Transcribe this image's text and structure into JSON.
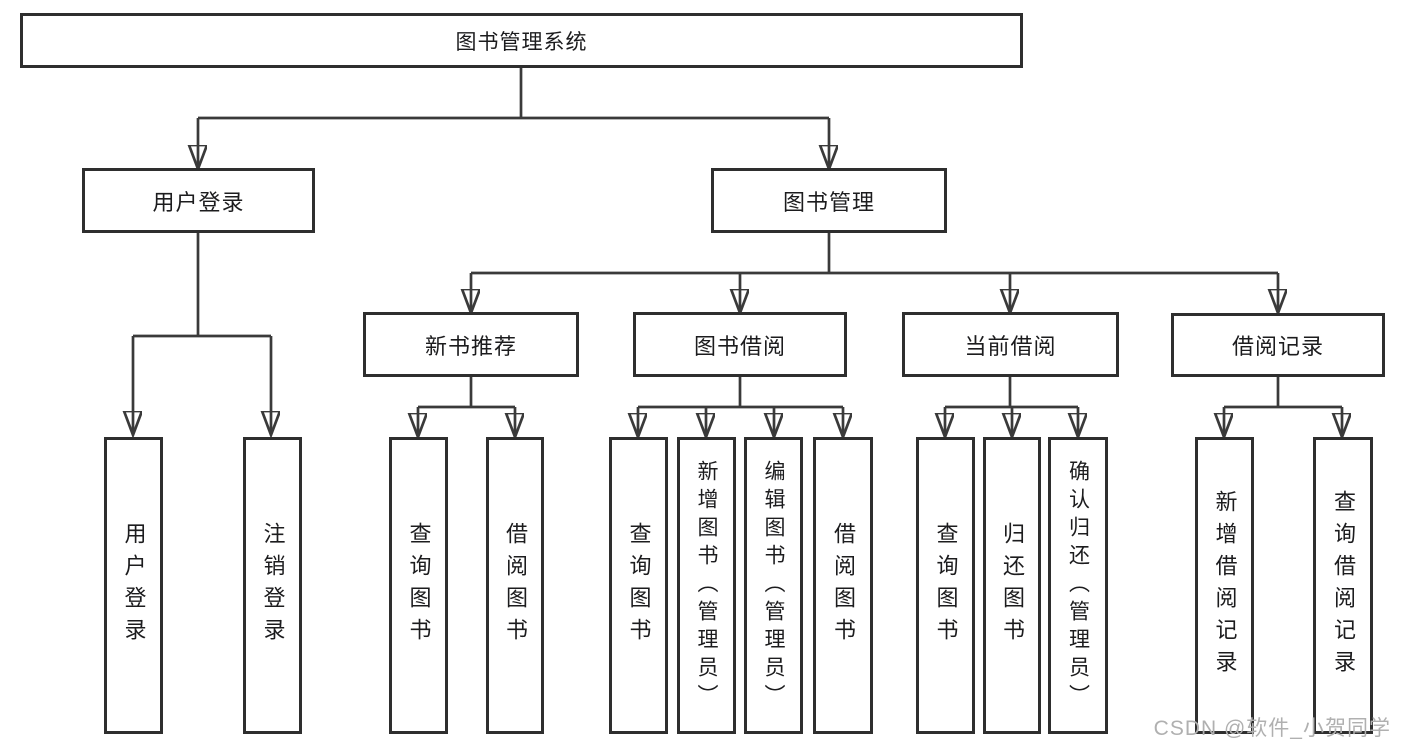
{
  "root": {
    "label": "图书管理系统"
  },
  "branches": {
    "user_login": {
      "label": "用户登录"
    },
    "book_mgmt": {
      "label": "图书管理"
    }
  },
  "modules": {
    "new_book_rec": {
      "label": "新书推荐"
    },
    "book_borrow": {
      "label": "图书借阅"
    },
    "current_borrow": {
      "label": "当前借阅"
    },
    "borrow_record": {
      "label": "借阅记录"
    }
  },
  "leaves": {
    "login_user_login": "用户登录",
    "login_logout": "注销登录",
    "rec_query_books": "查询图书",
    "rec_borrow_books": "借阅图书",
    "bor_query_books": "查询图书",
    "bor_add_book_admin": "新增图书（管理员）",
    "bor_edit_book_admin": "编辑图书（管理员）",
    "bor_borrow_books": "借阅图书",
    "cur_query_books": "查询图书",
    "cur_return_book": "归还图书",
    "cur_confirm_return_admin": "确认归还（管理员）",
    "rcd_add_borrow_record": "新增借阅记录",
    "rcd_query_borrow_record": "查询借阅记录"
  },
  "watermark": {
    "text": "CSDN @软件_小贺同学"
  },
  "colors": {
    "line": "#3a3a3a",
    "box_border": "#2e2e2e",
    "text": "#1c1c1e",
    "watermark": "#b0b0b0",
    "background": "#ffffff"
  }
}
